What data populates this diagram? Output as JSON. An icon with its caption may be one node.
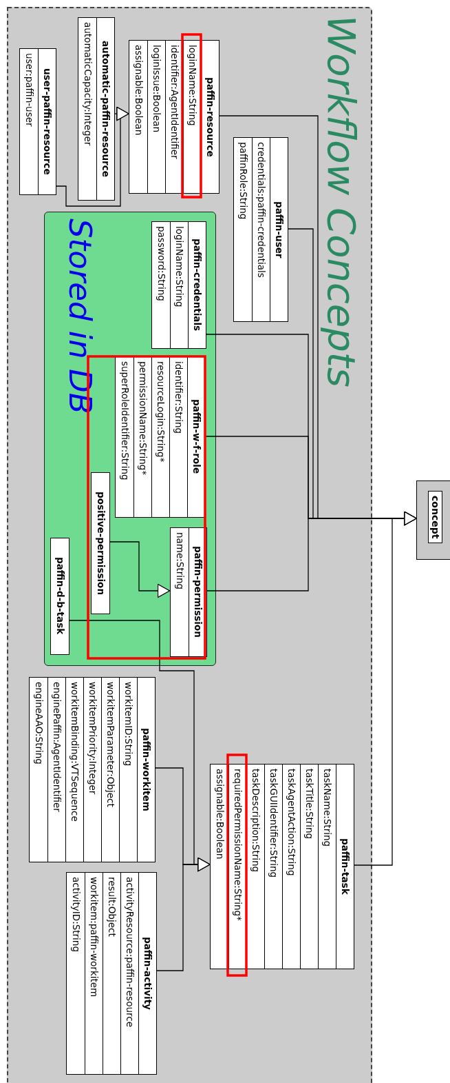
{
  "diagram": {
    "nodes": [
      {
        "text": [
          "Workflow Concepts"
        ]
      },
      {
        "text": [
          "paffin-resource",
          "loginName:String",
          "identifier:AgentIdentifier",
          "loginIssue:Boolean",
          "assignable:Boolean"
        ],
        "in": 0
      },
      {
        "text": [
          "automatic-paffin-resource",
          "automaticCapacity:Integer"
        ],
        "in": 0
      },
      {
        "text": [
          "user-paffin-resource",
          "user:paffin-user"
        ],
        "in": 0
      },
      {
        "text": [
          "paffin-user",
          "credentials:paffin-credentials",
          "paffinRole:String"
        ],
        "in": 0
      },
      {
        "text": [
          "Stored in DB"
        ],
        "in": 0
      },
      {
        "text": [
          "paffin-credentials",
          "loginName:String",
          "password:String"
        ],
        "in": 5
      },
      {
        "text": [
          "paffin-w-f-role",
          "identifier:String",
          "resourceLogin:String*",
          "permissionName:String*",
          "superRoleIdentifier:String"
        ],
        "in": 5
      },
      {
        "text": [
          "positive-permission"
        ],
        "in": 5
      },
      {
        "text": [
          "paffin-permission",
          "name:String"
        ],
        "in": 5
      },
      {
        "text": [
          "paffin-d-b-task"
        ],
        "in": 5
      },
      {
        "text": [
          "paffin-workitem",
          "workitemID:String",
          "workitemParameter:Object",
          "workitemPriority:Integer",
          "workitemBinding:VTSequence",
          "enginePaffin:AgentIdentifier",
          "engineAAO:String"
        ],
        "in": 0
      },
      {
        "text": [
          "paffin-activity",
          "activityResource:paffin-resource",
          "result:Object",
          "workitem:paffin-workitem",
          "activityID:String"
        ],
        "in": 0
      },
      {
        "text": [
          "paffin-task",
          "taskName:String",
          "taskTitle:String",
          "taskAgentAction:String",
          "taskGUIIdentifier:String",
          "taskDescription:String",
          "requiredPermissionName:String*",
          "assignable:Boolean"
        ],
        "in": 0
      },
      {
        "text": [
          "concept"
        ]
      }
    ],
    "edges": [
      {
        "from": 2,
        "to": 1,
        "arrow": "to"
      },
      {
        "from": 3,
        "to": 1,
        "arrow": "to"
      },
      {
        "from": 1,
        "to": 14,
        "arrow": "to"
      },
      {
        "from": 4,
        "to": 14,
        "arrow": "to"
      },
      {
        "from": 6,
        "to": 14,
        "arrow": "to"
      },
      {
        "from": 7,
        "to": 14,
        "arrow": "to"
      },
      {
        "from": 9,
        "to": 14,
        "arrow": "to"
      },
      {
        "from": 13,
        "to": 14,
        "arrow": "to"
      },
      {
        "from": 8,
        "to": 9,
        "arrow": "to"
      },
      {
        "from": 10,
        "to": 13,
        "arrow": "to"
      },
      {
        "from": 11,
        "to": 13,
        "arrow": "to"
      },
      {
        "from": 12,
        "to": 13,
        "arrow": "to"
      }
    ]
  }
}
